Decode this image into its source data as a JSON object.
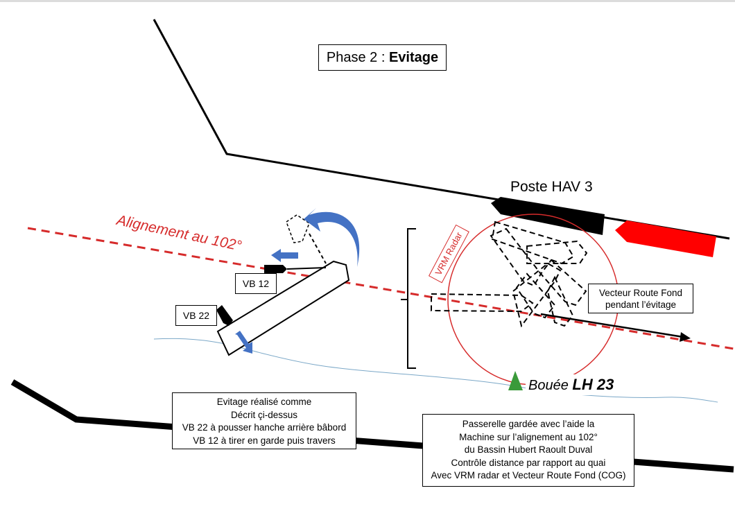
{
  "title": {
    "prefix": "Phase 2 : ",
    "bold": "Evitage"
  },
  "labels": {
    "poste": "Poste HAV 3",
    "alignement": "Alignement au 102°",
    "vrm": "VRM Radar",
    "vb12": "VB 12",
    "vb22": "VB 22",
    "bouee_prefix": "Bouée ",
    "bouee_name": "LH 23"
  },
  "vecteur_note": [
    "Vecteur Route Fond",
    "pendant l’évitage"
  ],
  "note_left": [
    "Evitage réalisé comme",
    "Décrit çi-dessus",
    "VB 22 à pousser hanche arrière bâbord",
    "VB 12 à tirer en garde puis travers"
  ],
  "note_right": [
    "Passerelle gardée avec l’aide la",
    "Machine sur l’alignement au 102°",
    "du Bassin Hubert Raoult Duval",
    "Contrôle distance par rapport au quai",
    "Avec VRM radar et Vecteur Route Fond (COG)"
  ],
  "colors": {
    "alignment_red": "#d62b2b",
    "tug_arrow_blue": "#4472c4",
    "buoy_green": "#3a9a3a",
    "quay_ship_red": "#ff0000",
    "water_line_blue": "#7aa7c7"
  }
}
